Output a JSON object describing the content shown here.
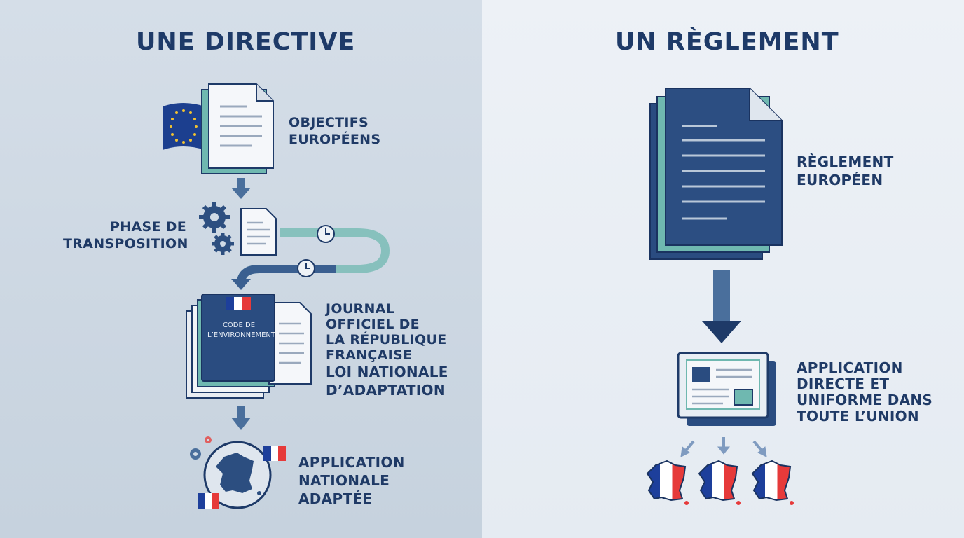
{
  "directive": {
    "title": "UNE DIRECTIVE",
    "step1_label": [
      "OBJECTIFS",
      "EUROPÉENS"
    ],
    "step2_label": [
      "PHASE DE",
      "TRANSPOSITION"
    ],
    "step3_label_a": [
      "JOURNAL",
      "OFFICIEL DE",
      "LA RÉPUBLIQUE",
      "FRANÇAISE"
    ],
    "step3_label_b": [
      "LOI NATIONALE",
      "D’ADAPTATION"
    ],
    "book_text": [
      "CODE DE",
      "L’ENVIRONNEMENT"
    ],
    "step4_label": [
      "APPLICATION",
      "NATIONALE",
      "ADAPTÉE"
    ]
  },
  "reglement": {
    "title": "UN RÈGLEMENT",
    "step1_label": [
      "RÈGLEMENT",
      "EUROPÉEN"
    ],
    "step2_label": [
      "APPLICATION",
      "DIRECTE ET",
      "UNIFORME DANS",
      "TOUTE L’UNION"
    ]
  },
  "colors": {
    "navy": "#1e3a68",
    "teal": "#6fb8b0",
    "arrow": "#4a6f9c",
    "eu_blue": "#1c3f8f",
    "eu_star": "#f2c230",
    "fr_blue": "#1d3f9b",
    "fr_red": "#e63a3a"
  }
}
